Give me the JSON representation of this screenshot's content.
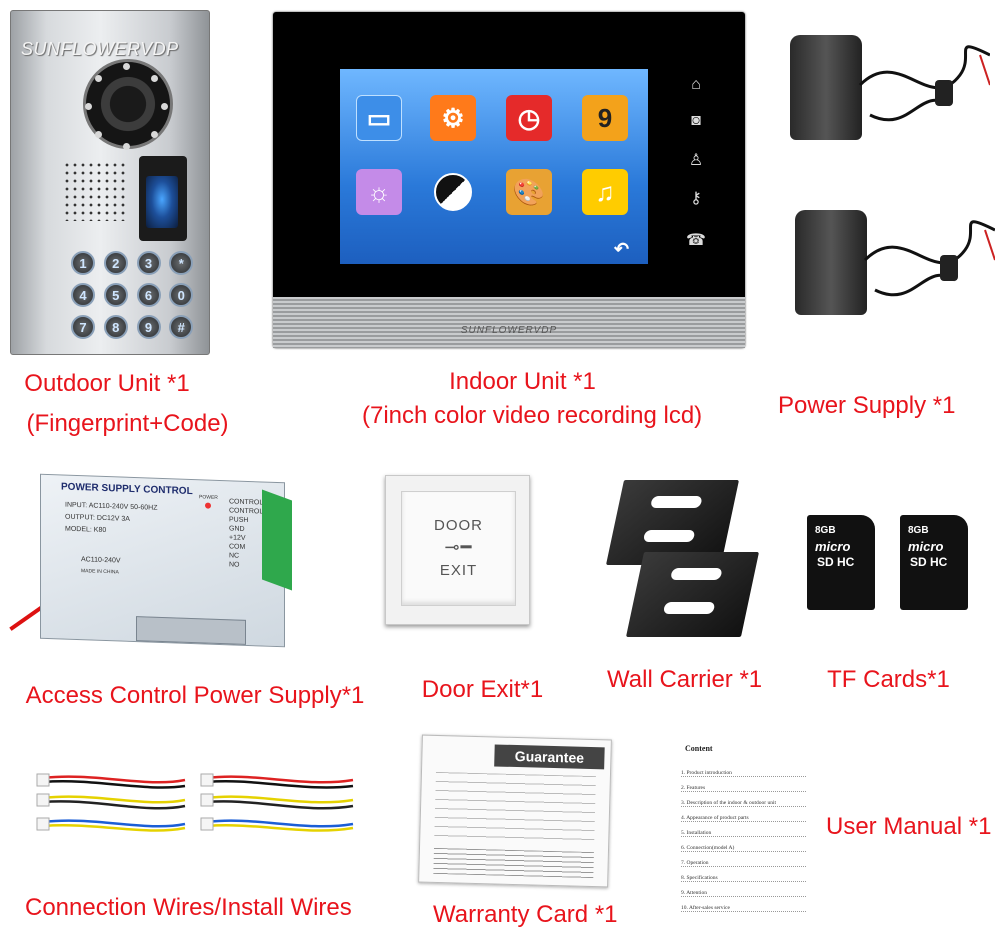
{
  "products": {
    "outdoor": {
      "label_line1": "Outdoor Unit *1",
      "label_line2": "(Fingerprint+Code)",
      "brand": "SUNFLOWERVDP",
      "keys": [
        "1",
        "2",
        "3",
        "*",
        "4",
        "5",
        "6",
        "0",
        "7",
        "8",
        "9",
        "#"
      ]
    },
    "indoor": {
      "label_line1": "Indoor Unit *1",
      "label_line2": "(7inch color video recording lcd)",
      "brand": "SUNFLOWERVDP",
      "calendar_day": "9"
    },
    "power_supply": {
      "label": "Power Supply *1"
    },
    "access_psu": {
      "label": "Access Control Power Supply*1",
      "title": "POWER SUPPLY CONTROL",
      "input": "INPUT: AC110-240V  50-60HZ",
      "output": "OUTPUT: DC12V  3A",
      "model": "MODEL: K80",
      "ac": "AC110-240V",
      "made": "MADE IN CHINA",
      "power": "POWER",
      "terminals": [
        "CONTROL-",
        "CONTROL+",
        "PUSH",
        "GND",
        "+12V",
        "COM",
        "NC",
        "NO"
      ]
    },
    "door_exit": {
      "label": "Door Exit*1",
      "line1": "DOOR",
      "line2": "EXIT"
    },
    "wall_carrier": {
      "label": "Wall Carrier *1"
    },
    "tf_cards": {
      "label": "TF Cards*1",
      "capacity": "8GB",
      "micro": "micro",
      "sd": "SD HC"
    },
    "wires": {
      "label": "Connection Wires/Install Wires"
    },
    "warranty": {
      "label": "Warranty Card *1",
      "title": "Guarantee"
    },
    "manual": {
      "label": "User Manual *1",
      "title": "Content",
      "toc": [
        "1.   Product introduction",
        "2.   Features",
        "3.   Description of the indoor & outdoor unit",
        "4.   Appearance of product parts",
        "5.   Installation",
        "6.   Connection(model A)",
        "7.   Operation",
        "8.   Specifications",
        "9.   Attention",
        "10.  After-sales service"
      ]
    }
  },
  "colors": {
    "label": "#e8141c"
  }
}
